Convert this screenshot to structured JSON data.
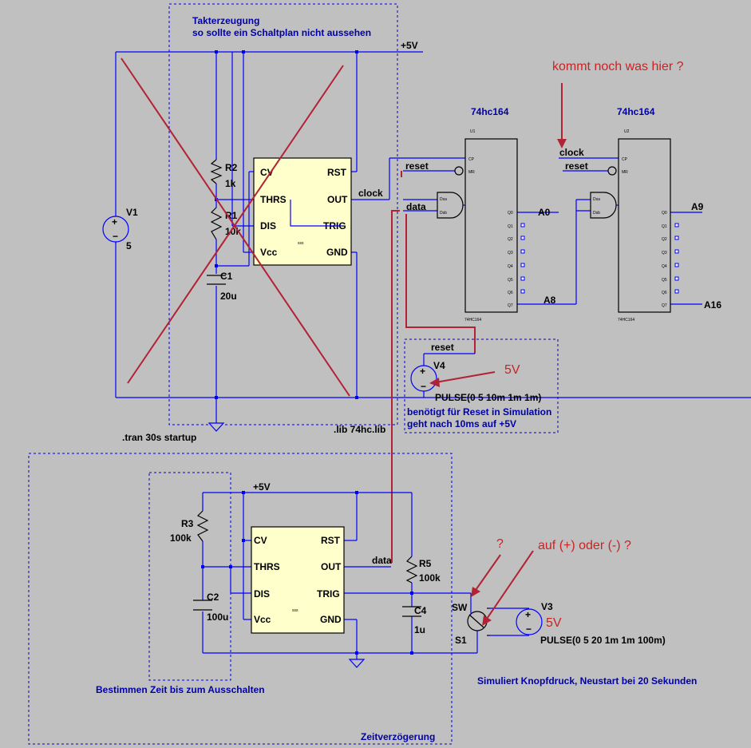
{
  "top_block": {
    "title_line1": "Takterzeugung",
    "title_line2": "so sollte ein Schaltplan nicht aussehen",
    "supply": "+5V",
    "v1_name": "V1",
    "v1_value": "5",
    "r2_name": "R2",
    "r2_value": "1k",
    "r1_name": "R1",
    "r1_value": "10k",
    "c1_name": "C1",
    "c1_value": "20u",
    "tran_directive": ".tran 30s startup",
    "lib_directive": ".lib 74hc.lib",
    "clock_net": "clock"
  },
  "timer_top": {
    "pins": {
      "cv": "CV",
      "rst": "RST",
      "thrs": "THRS",
      "out": "OUT",
      "dis": "DIS",
      "trig": "TRIG",
      "vcc": "Vcc",
      "gnd": "GND"
    },
    "model": "sss"
  },
  "shift_registers": {
    "title": "74hc164",
    "u1": "U1",
    "u2": "U2",
    "part": "74HC164",
    "pin_cp": "CP",
    "pin_mr": "MR",
    "pin_dsa": "Dsa",
    "pin_dsb": "Dsb",
    "outputs": [
      "Q0",
      "Q1",
      "Q2",
      "Q3",
      "Q4",
      "Q5",
      "Q6",
      "Q7"
    ],
    "net_a0": "A0",
    "net_a8": "A8",
    "net_a9": "A9",
    "net_a16": "A16",
    "reset_net": "reset",
    "data_net": "data",
    "clock_net": "clock"
  },
  "v4": {
    "name": "V4",
    "reset_label": "reset",
    "pulse": "PULSE(0 5 10m 1m 1m)",
    "note_line1": "benötigt für Reset in Simulation",
    "note_line2": "geht nach 10ms auf +5V"
  },
  "bottom_block": {
    "supply": "+5V",
    "r3_name": "R3",
    "r3_value": "100k",
    "c2_name": "C2",
    "c2_value": "100u",
    "r5_name": "R5",
    "r5_value": "100k",
    "c4_name": "C4",
    "c4_value": "1u",
    "data_net": "data",
    "sw_label": "SW",
    "s1_name": "S1",
    "v3_name": "V3",
    "v3_pulse": "PULSE(0 5 20 1m 1m 100m)",
    "inner_caption": "Bestimmen Zeit bis zum Ausschalten",
    "outer_caption": "Zeitverzögerung",
    "sim_caption": "Simuliert Knopfdruck, Neustart bei 20 Sekunden"
  },
  "annotations": {
    "question_top": "kommt noch was hier ?",
    "v4_5v": "5V",
    "question_mark": "?",
    "polarity": "auf (+) oder (-) ?",
    "v3_5v": "5V"
  }
}
